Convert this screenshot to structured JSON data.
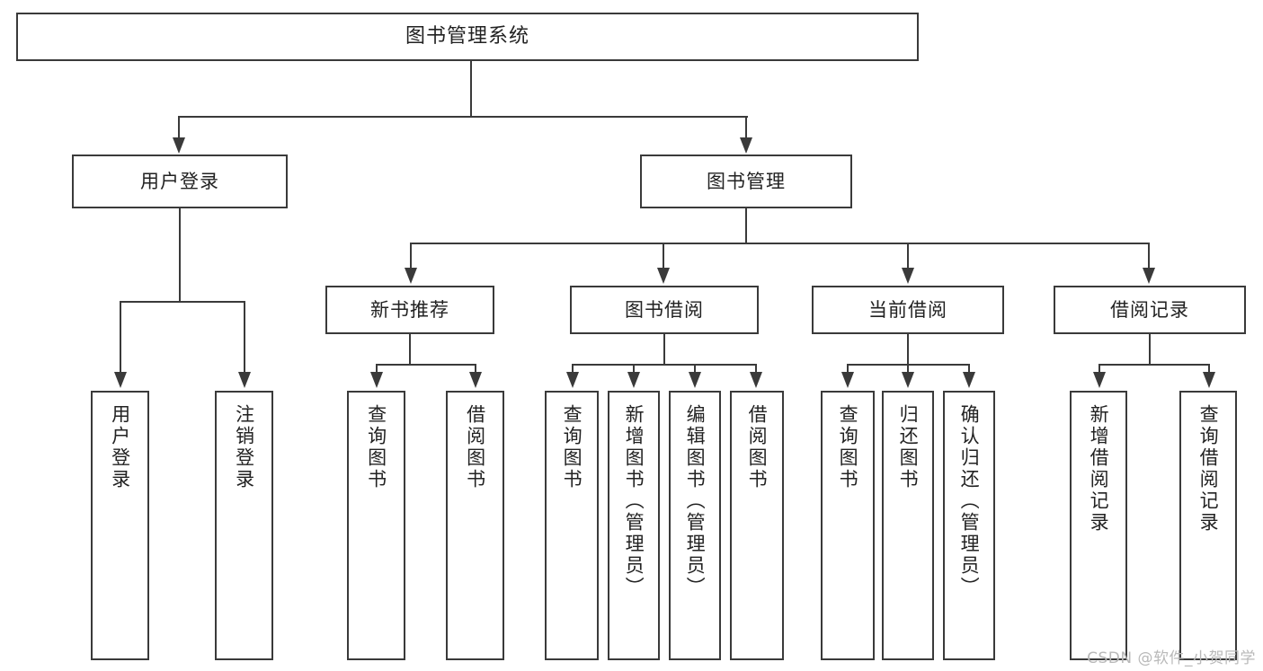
{
  "diagram": {
    "type": "tree",
    "title": "图书管理系统",
    "root": {
      "label": "图书管理系统"
    },
    "level1": [
      {
        "label": "用户登录"
      },
      {
        "label": "图书管理"
      }
    ],
    "level2": [
      {
        "label": "新书推荐"
      },
      {
        "label": "图书借阅"
      },
      {
        "label": "当前借阅"
      },
      {
        "label": "借阅记录"
      }
    ],
    "leaves": {
      "user_login": [
        {
          "label": "用户登录"
        },
        {
          "label": "注销登录"
        }
      ],
      "new_book_recommend": [
        {
          "label": "查询图书"
        },
        {
          "label": "借阅图书"
        }
      ],
      "book_borrow": [
        {
          "label": "查询图书"
        },
        {
          "label": "新增图书（管理员）"
        },
        {
          "label": "编辑图书（管理员）"
        },
        {
          "label": "借阅图书"
        }
      ],
      "current_borrow": [
        {
          "label": "查询图书"
        },
        {
          "label": "归还图书"
        },
        {
          "label": "确认归还（管理员）"
        }
      ],
      "borrow_record": [
        {
          "label": "新增借阅记录"
        },
        {
          "label": "查询借阅记录"
        }
      ]
    }
  },
  "watermark": {
    "text": "CSDN @软件_小贺同学"
  },
  "colors": {
    "stroke": "#3a3a3a",
    "box_fill": "#ffffff",
    "text": "#222222",
    "watermark": "#b9b9b9",
    "page_background": "#ffffff"
  }
}
